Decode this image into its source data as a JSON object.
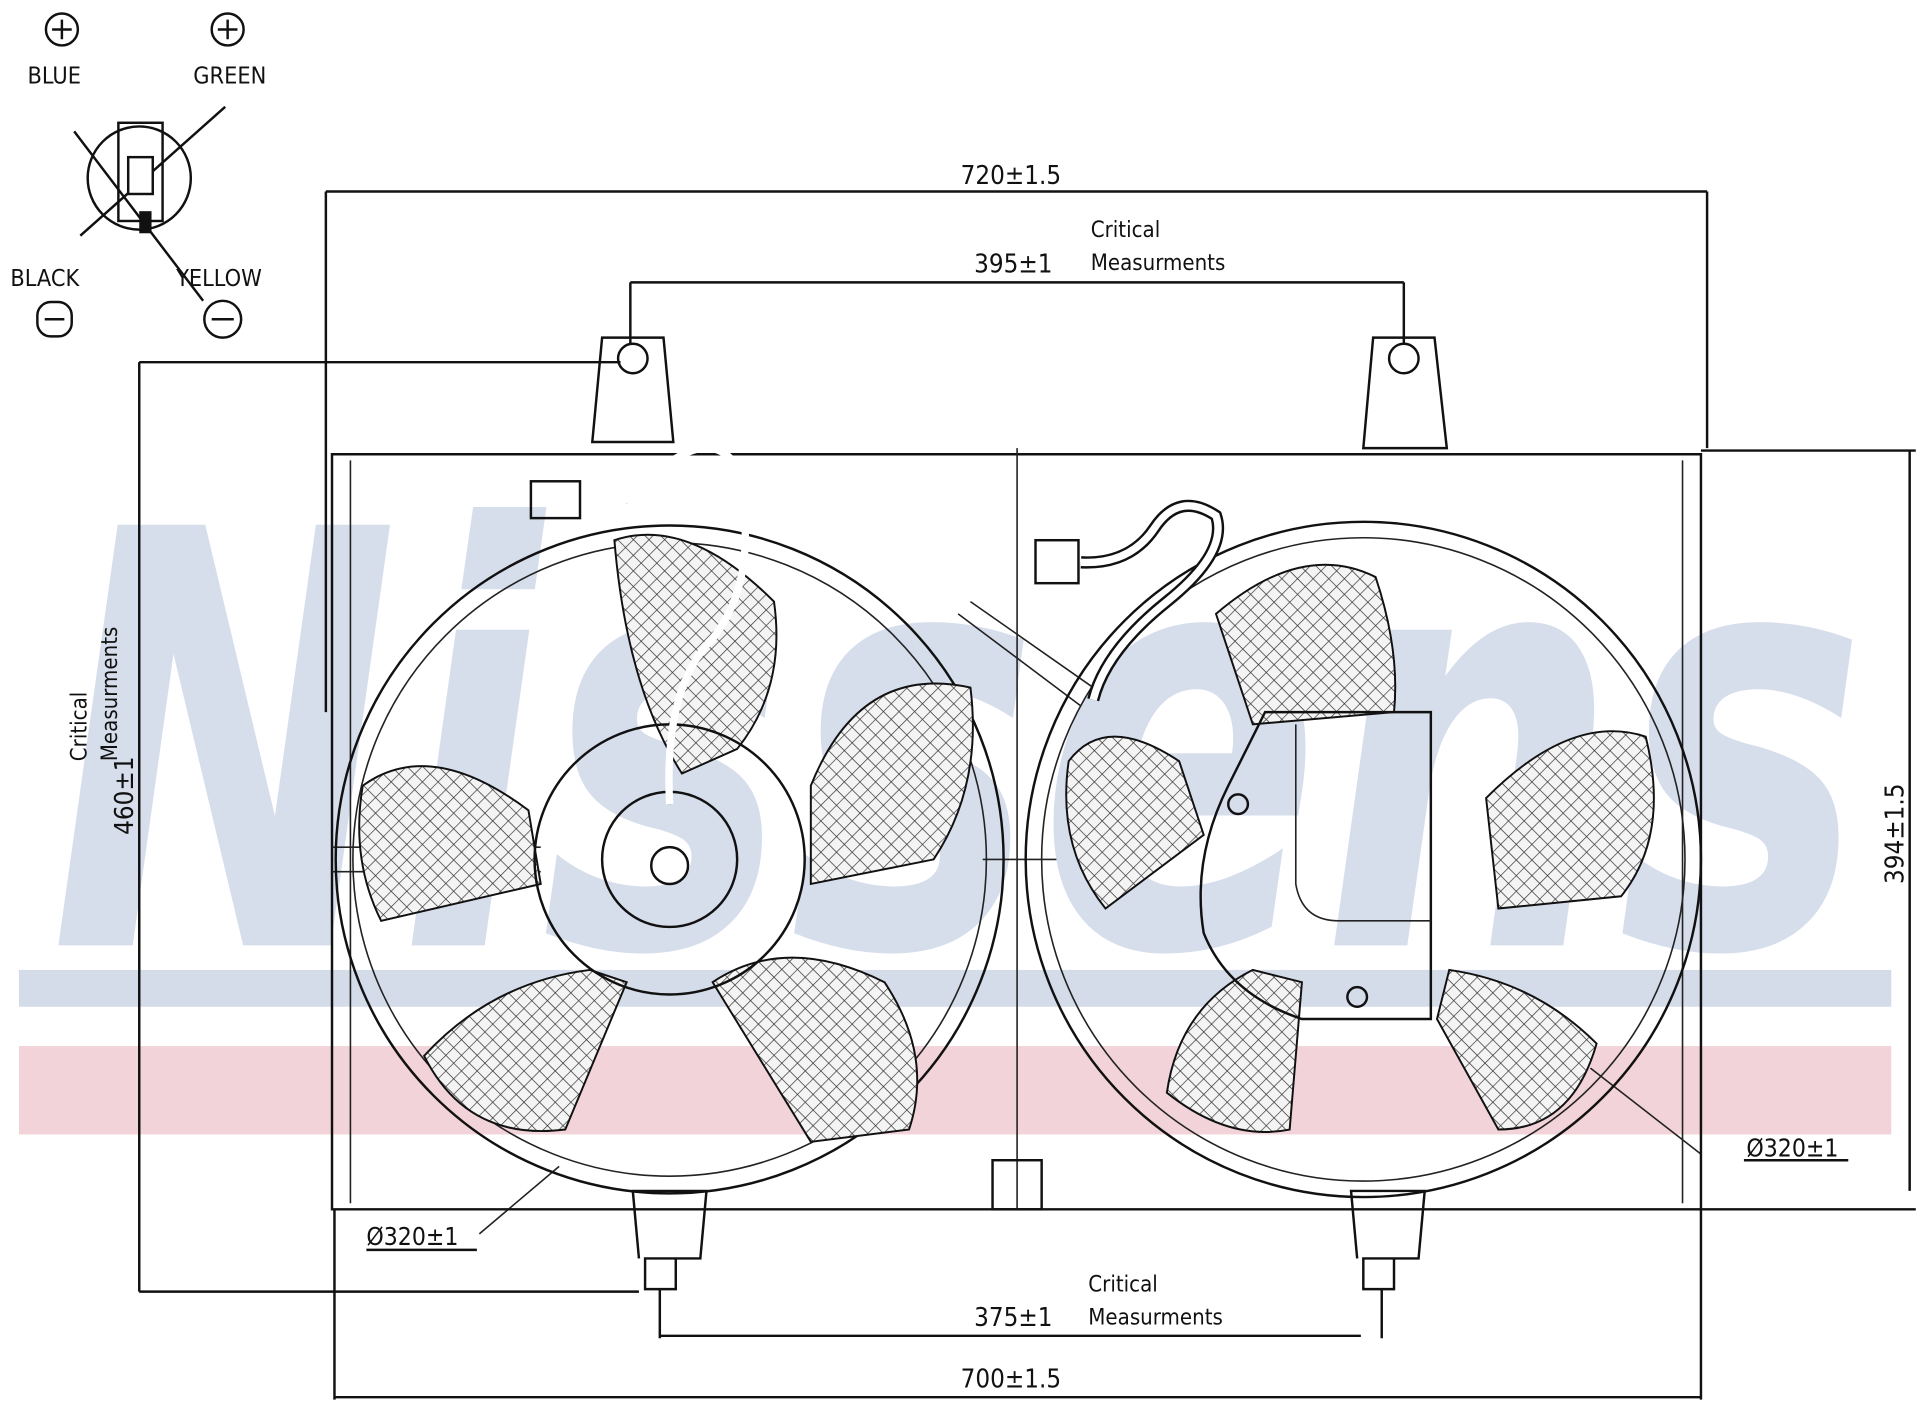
{
  "watermark": {
    "text": "Nissens",
    "colors": {
      "text": "#c9d3e6",
      "stripe_blue": "#d4dce9",
      "stripe_red": "#f2d3da"
    }
  },
  "connector_legend": {
    "pins": [
      {
        "label": "BLUE",
        "polarity": "+"
      },
      {
        "label": "GREEN",
        "polarity": "+"
      },
      {
        "label": "BLACK",
        "polarity": "−"
      },
      {
        "label": "YELLOW",
        "polarity": "−"
      }
    ]
  },
  "dimensions": {
    "overall_width_top": "720±1.5",
    "mount_spacing_top": "395±1",
    "overall_height": "460±1",
    "frame_height": "394±1.5",
    "fan_left_diameter": "Ø320±1",
    "fan_right_diameter": "Ø320±1",
    "mount_spacing_bottom": "375±1",
    "overall_width_bottom": "700±1.5",
    "critical_line1": "Critical",
    "critical_line2": "Measurments"
  }
}
